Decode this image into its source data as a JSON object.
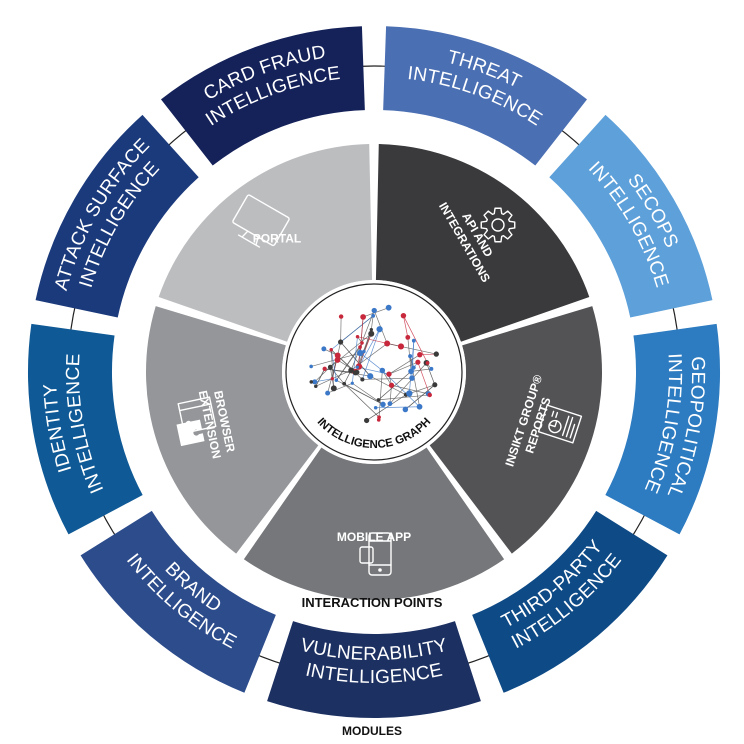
{
  "modules": [
    {
      "id": "threat",
      "lines": [
        "THREAT",
        "INTELLIGENCE"
      ],
      "color": "#4B6FB3"
    },
    {
      "id": "secops",
      "lines": [
        "SECOPS",
        "INTELLIGENCE"
      ],
      "color": "#5DA0DA"
    },
    {
      "id": "geopolitical",
      "lines": [
        "GEOPOLITICAL",
        "INTELLIGENCE"
      ],
      "color": "#2D7BC0"
    },
    {
      "id": "third-party",
      "lines": [
        "THIRD-PARTY",
        "INTELLIGENCE"
      ],
      "color": "#0E4A86"
    },
    {
      "id": "vulnerability",
      "lines": [
        "VULNERABILITY",
        "INTELLIGENCE"
      ],
      "color": "#1C3062"
    },
    {
      "id": "brand",
      "lines": [
        "BRAND",
        "INTELLIGENCE"
      ],
      "color": "#2D4C8C"
    },
    {
      "id": "identity",
      "lines": [
        "IDENTITY",
        "INTELLIGENCE"
      ],
      "color": "#0F5A96"
    },
    {
      "id": "attack-surface",
      "lines": [
        "ATTACK SURFACE",
        "INTELLIGENCE"
      ],
      "color": "#1B3A7C"
    },
    {
      "id": "card-fraud",
      "lines": [
        "CARD FRAUD",
        "INTELLIGENCE"
      ],
      "color": "#15225A"
    }
  ],
  "interaction_points": [
    {
      "id": "api",
      "lines": [
        "API AND",
        "INTEGRATIONS"
      ],
      "color": "#3A3A3C",
      "icon": "gear-icon"
    },
    {
      "id": "insikt",
      "lines": [
        "INSIKT GROUP®",
        "REPORTS"
      ],
      "color": "#535356",
      "icon": "report-icon"
    },
    {
      "id": "mobile",
      "lines": [
        "MOBILE APP"
      ],
      "color": "#75777A",
      "icon": "phone-icon"
    },
    {
      "id": "browser",
      "lines": [
        "BROWSER",
        "EXTENSION"
      ],
      "color": "#949699",
      "icon": "puzzle-icon"
    },
    {
      "id": "portal",
      "lines": [
        "PORTAL"
      ],
      "color": "#BCBDBF",
      "icon": "monitor-icon"
    }
  ],
  "center_label": "INTELLIGENCE GRAPH",
  "ring_label": "INTERACTION POINTS",
  "footer_label": "MODULES",
  "colors": {
    "graph_blue": "#3C78C8",
    "graph_red": "#C8283C",
    "graph_gray": "#3A3A3A"
  }
}
